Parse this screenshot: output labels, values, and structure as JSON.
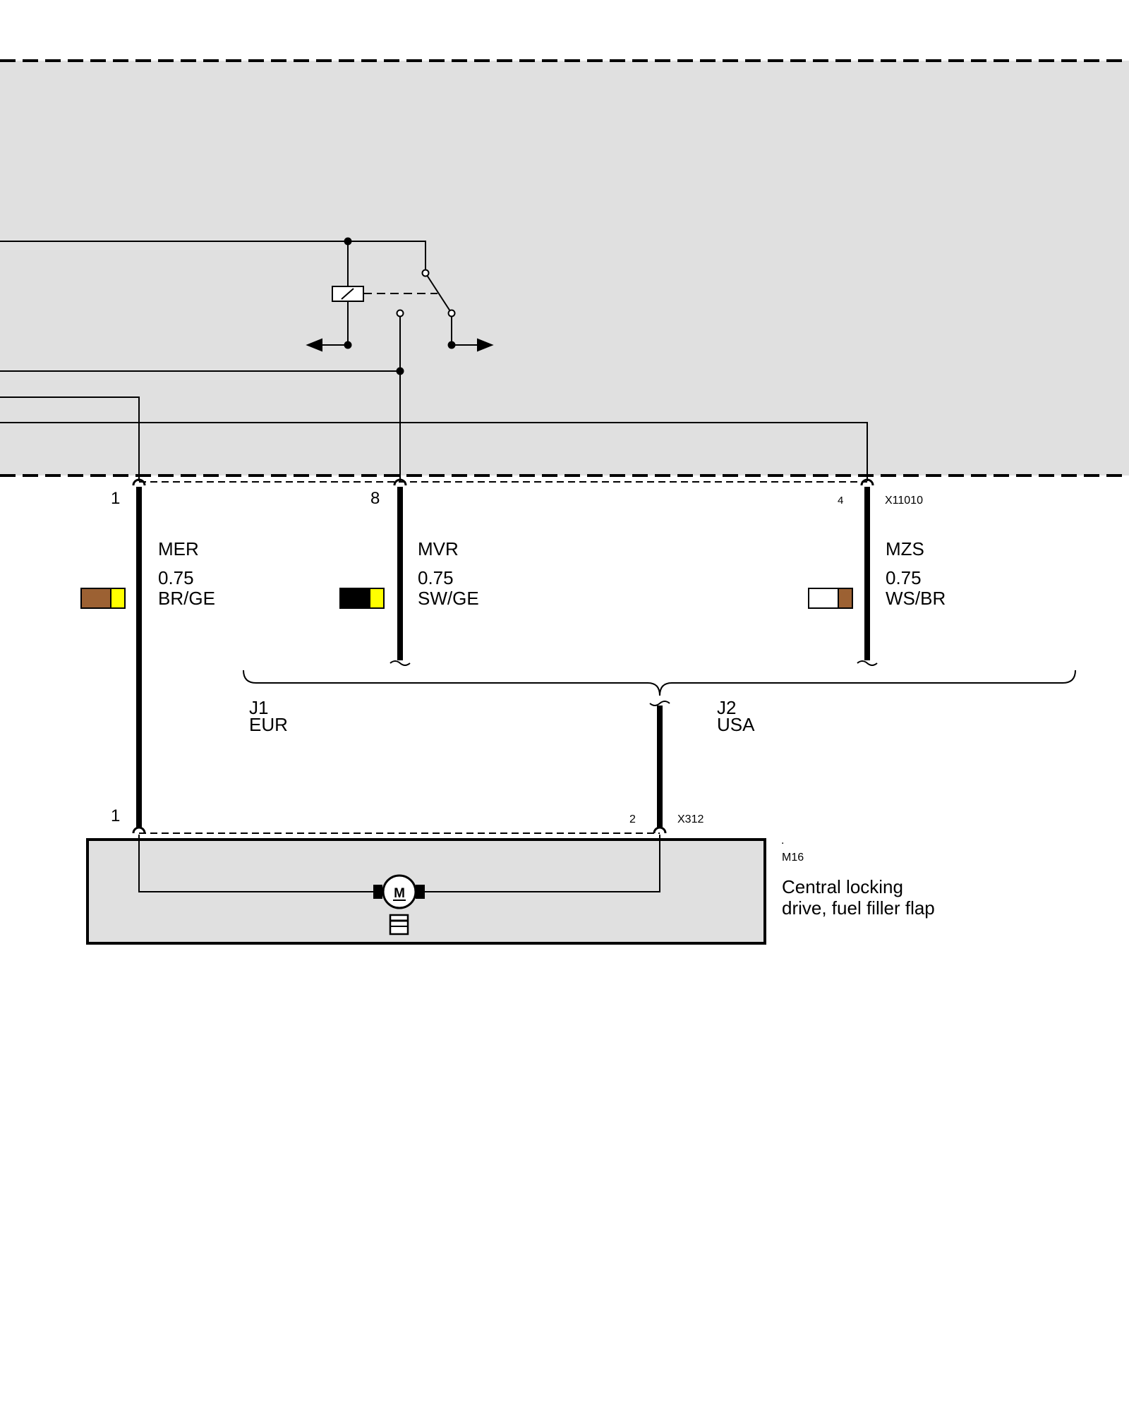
{
  "connector_top": {
    "id": "X11010",
    "pins": {
      "mer": "1",
      "mvr": "8",
      "mzs": "4"
    }
  },
  "wires": {
    "mer": {
      "signal": "MER",
      "size": "0.75",
      "color_code": "BR/GE",
      "colors": [
        "#9c6133",
        "#ffff00"
      ]
    },
    "mvr": {
      "signal": "MVR",
      "size": "0.75",
      "color_code": "SW/GE",
      "colors": [
        "#000000",
        "#ffff00"
      ]
    },
    "mzs": {
      "signal": "MZS",
      "size": "0.75",
      "color_code": "WS/BR",
      "colors": [
        "#ffffff",
        "#9c6133"
      ]
    }
  },
  "variants": {
    "j1": {
      "code": "J1",
      "market": "EUR"
    },
    "j2": {
      "code": "J2",
      "market": "USA"
    }
  },
  "connector_bottom": {
    "id": "X312",
    "pins": {
      "left": "1",
      "right": "2"
    }
  },
  "component": {
    "dot": ".",
    "id": "M16",
    "description_line1": "Central locking",
    "description_line2": "drive, fuel filler flap",
    "motor_symbol": "M",
    "icon": "motor-icon"
  },
  "colors": {
    "module_fill": "#e0e0e0",
    "line": "#000000"
  }
}
